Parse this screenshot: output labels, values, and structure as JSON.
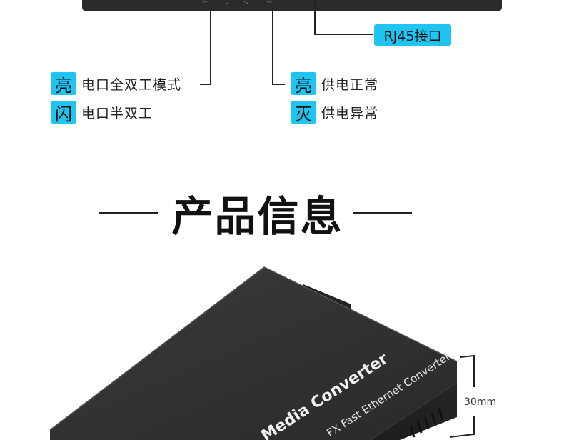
{
  "callout": {
    "rj45_label": "RJ45接口"
  },
  "legend": {
    "left": [
      {
        "badge": "亮",
        "text": "电口全双工模式"
      },
      {
        "badge": "闪",
        "text": "电口半双工"
      }
    ],
    "right": [
      {
        "badge": "亮",
        "text": "供电正常"
      },
      {
        "badge": "灭",
        "text": "供电异常"
      }
    ]
  },
  "section": {
    "title": "产品信息"
  },
  "product": {
    "label_main": "Media Converter",
    "label_sub": "FX Fast Ethernet Converter",
    "dimension": "30mm"
  },
  "colors": {
    "accent": "#1fc4f0",
    "device": "#2b2b2b"
  }
}
